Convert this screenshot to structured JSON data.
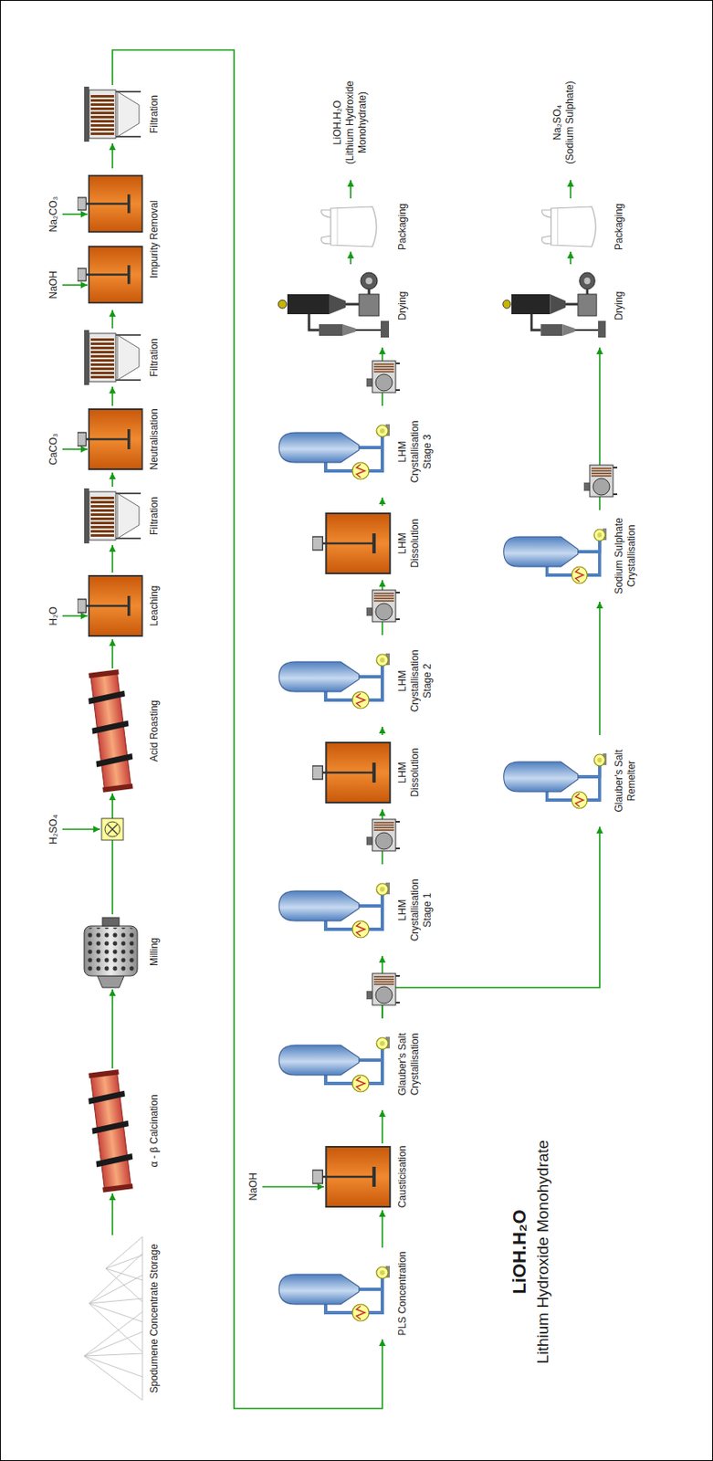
{
  "diagram": {
    "title": "LiOH.H₂O",
    "caption": "Lithium Hydroxide Monohydrate",
    "nodes": [
      {
        "text": [
          "Spodumene Concentrate Storage"
        ]
      },
      {
        "text": [
          "α - β Calcination"
        ]
      },
      {
        "text": [
          "Milling"
        ]
      },
      {
        "text": [
          "Acid Roasting"
        ]
      },
      {
        "text": [
          "Leaching"
        ]
      },
      {
        "text": [
          "Filtration"
        ]
      },
      {
        "text": [
          "Neutralisation"
        ]
      },
      {
        "text": [
          "Filtration"
        ]
      },
      {
        "text": [
          "Impurity Removal"
        ]
      },
      {
        "text": [
          "Filtration"
        ]
      },
      {
        "text": [
          "PLS Concentration"
        ]
      },
      {
        "text": [
          "Causticisation"
        ]
      },
      {
        "text": [
          "Glauber's Salt Crystallisation"
        ]
      },
      {
        "text": [
          "LHM Crystallisation Stage 1"
        ]
      },
      {
        "text": [
          "LHM Dissolution"
        ]
      },
      {
        "text": [
          "LHM Crystallisation Stage 2"
        ]
      },
      {
        "text": [
          "LHM Dissolution"
        ]
      },
      {
        "text": [
          "LHM Crystallisation Stage 3"
        ]
      },
      {
        "text": [
          "Drying"
        ]
      },
      {
        "text": [
          "Packaging"
        ]
      },
      {
        "text": [
          "Glauber's Salt Remelter"
        ]
      },
      {
        "text": [
          "Sodium Sulphate Crystallisation"
        ]
      },
      {
        "text": [
          "Drying"
        ]
      },
      {
        "text": [
          "Packaging"
        ]
      }
    ],
    "edges": [
      {
        "from": 0,
        "to": 1,
        "arrow": "to"
      },
      {
        "from": 1,
        "to": 2,
        "arrow": "to"
      },
      {
        "from": 2,
        "to": 3,
        "arrow": "to"
      },
      {
        "from": 3,
        "to": 4,
        "arrow": "to"
      },
      {
        "from": 4,
        "to": 5,
        "arrow": "to"
      },
      {
        "from": 5,
        "to": 6,
        "arrow": "to"
      },
      {
        "from": 6,
        "to": 7,
        "arrow": "to"
      },
      {
        "from": 7,
        "to": 8,
        "arrow": "to"
      },
      {
        "from": 8,
        "to": 9,
        "arrow": "to"
      },
      {
        "from": 9,
        "to": 10,
        "arrow": "to"
      },
      {
        "from": 10,
        "to": 11,
        "arrow": "to"
      },
      {
        "from": 11,
        "to": 12,
        "arrow": "to"
      },
      {
        "from": 12,
        "to": 13,
        "arrow": "to"
      },
      {
        "from": 12,
        "to": 20,
        "arrow": "to"
      },
      {
        "from": 13,
        "to": 14,
        "arrow": "to"
      },
      {
        "from": 14,
        "to": 15,
        "arrow": "to"
      },
      {
        "from": 15,
        "to": 16,
        "arrow": "to"
      },
      {
        "from": 16,
        "to": 17,
        "arrow": "to"
      },
      {
        "from": 17,
        "to": 18,
        "arrow": "to"
      },
      {
        "from": 18,
        "to": 19,
        "arrow": "to"
      },
      {
        "from": 20,
        "to": 21,
        "arrow": "to"
      },
      {
        "from": 21,
        "to": 22,
        "arrow": "to"
      },
      {
        "from": 22,
        "to": 23,
        "arrow": "to"
      }
    ],
    "labels": [
      "H₂SO₄",
      "H₂O",
      "CaCO₃",
      "NaOH",
      "Na₂CO₃",
      "NaOH",
      "LiOH.H₂O",
      "(Lithium Hydroxide Monohydrate)",
      "Na₂SO₄",
      "(Sodium Sulphate)"
    ]
  }
}
